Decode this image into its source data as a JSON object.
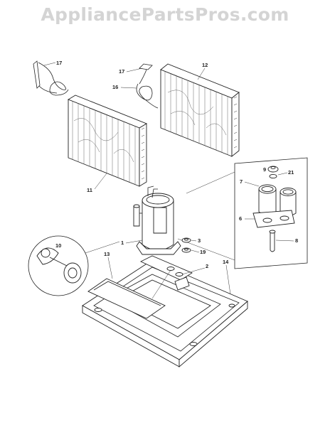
{
  "watermark": "AppliancePartsPros.com",
  "callouts": {
    "c17a": "17",
    "c17b": "17",
    "c16": "16",
    "c12": "12",
    "c11": "11",
    "c9": "9",
    "c21": "21",
    "c7": "7",
    "c6": "6",
    "c8": "8",
    "c10": "10",
    "c1": "1",
    "c3": "3",
    "c19": "19",
    "c2": "2",
    "c13": "13",
    "c14": "14"
  }
}
